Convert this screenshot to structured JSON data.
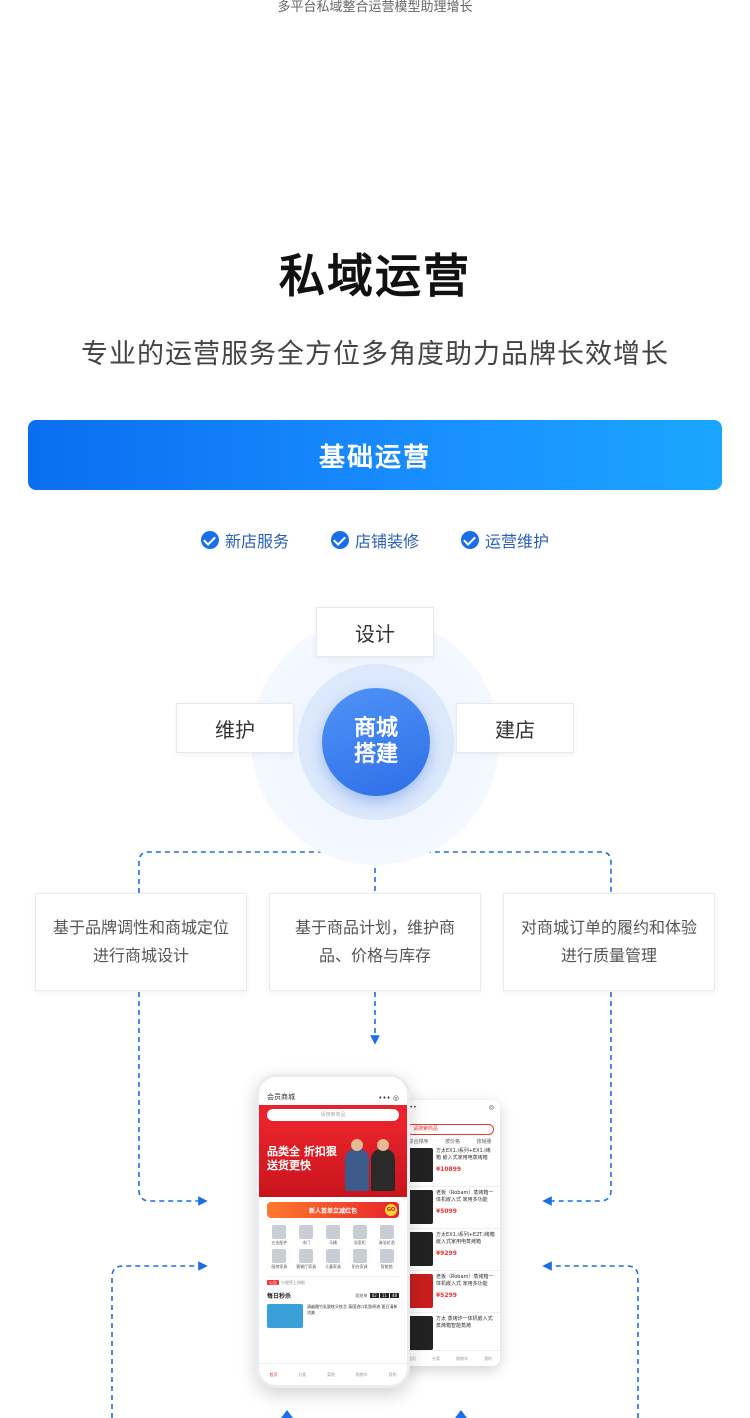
{
  "header": {
    "caption": "多平台私域整合运营模型助理增长",
    "title": "私域运营",
    "subtitle": "专业的运营服务全方位多角度助力品牌长效增长"
  },
  "banner": {
    "label": "基础运营"
  },
  "features": [
    {
      "label": "新店服务"
    },
    {
      "label": "店铺装修"
    },
    {
      "label": "运营维护"
    }
  ],
  "diagram": {
    "core": "商城搭建",
    "tags": {
      "design": "设计",
      "maintain": "维护",
      "build": "建店"
    },
    "descriptions": [
      "基于品牌调性和商城定位进行商城设计",
      "基于商品计划，维护商品、价格与库存",
      "对商城订单的履约和体验进行质量管理"
    ]
  },
  "phone_front": {
    "app_name": "会员商城",
    "search_placeholder": "请搜索商品",
    "hero_title": "品类全 折扣狠 送货更快",
    "coupon": "新人首单立减红包",
    "coupon_go": "GO",
    "categories": [
      "五金配件",
      "木门",
      "马桶",
      "浴室柜",
      "淋浴花洒",
      "厨房家具",
      "客餐厅家具",
      "儿童家具",
      "阳台家具",
      "智能锁"
    ],
    "notice_tag": "公告",
    "notice": "小程序上线啦",
    "flash_sale": "每日秒杀",
    "timer_label": "距结束",
    "timer": [
      "02",
      "11",
      "48"
    ],
    "deal_text": "清幽雅竹乳胶枕头枕芯 泰国进口乳胶原液 夏日清新凉爽",
    "nav": [
      "首页",
      "分类",
      "案例",
      "购物车",
      "我的"
    ]
  },
  "phone_back": {
    "search_placeholder": "请搜索商品",
    "tabs": [
      "综合排序",
      "按价格",
      "按销量"
    ],
    "items": [
      {
        "title": "方太EX1.i系列+EX1.i烤箱 嵌入式家用电蒸烤箱",
        "price": "¥10899"
      },
      {
        "title": "老板（Robam）蒸烤箱一体机嵌入式 家用多功能",
        "price": "¥5099"
      },
      {
        "title": "方太EX1.i系列+E2T.i烤箱 嵌入式家用电蒸烤箱",
        "price": "¥9299"
      },
      {
        "title": "老板（Robam）蒸烤箱一体机嵌入式 家用多功能",
        "price": "¥5299"
      },
      {
        "title": "方太 蒸烤炸一体机嵌入式 蒸烤箱智能蒸烤",
        "price": ""
      }
    ],
    "nav": [
      "首页",
      "分类",
      "购物车",
      "我的"
    ]
  }
}
